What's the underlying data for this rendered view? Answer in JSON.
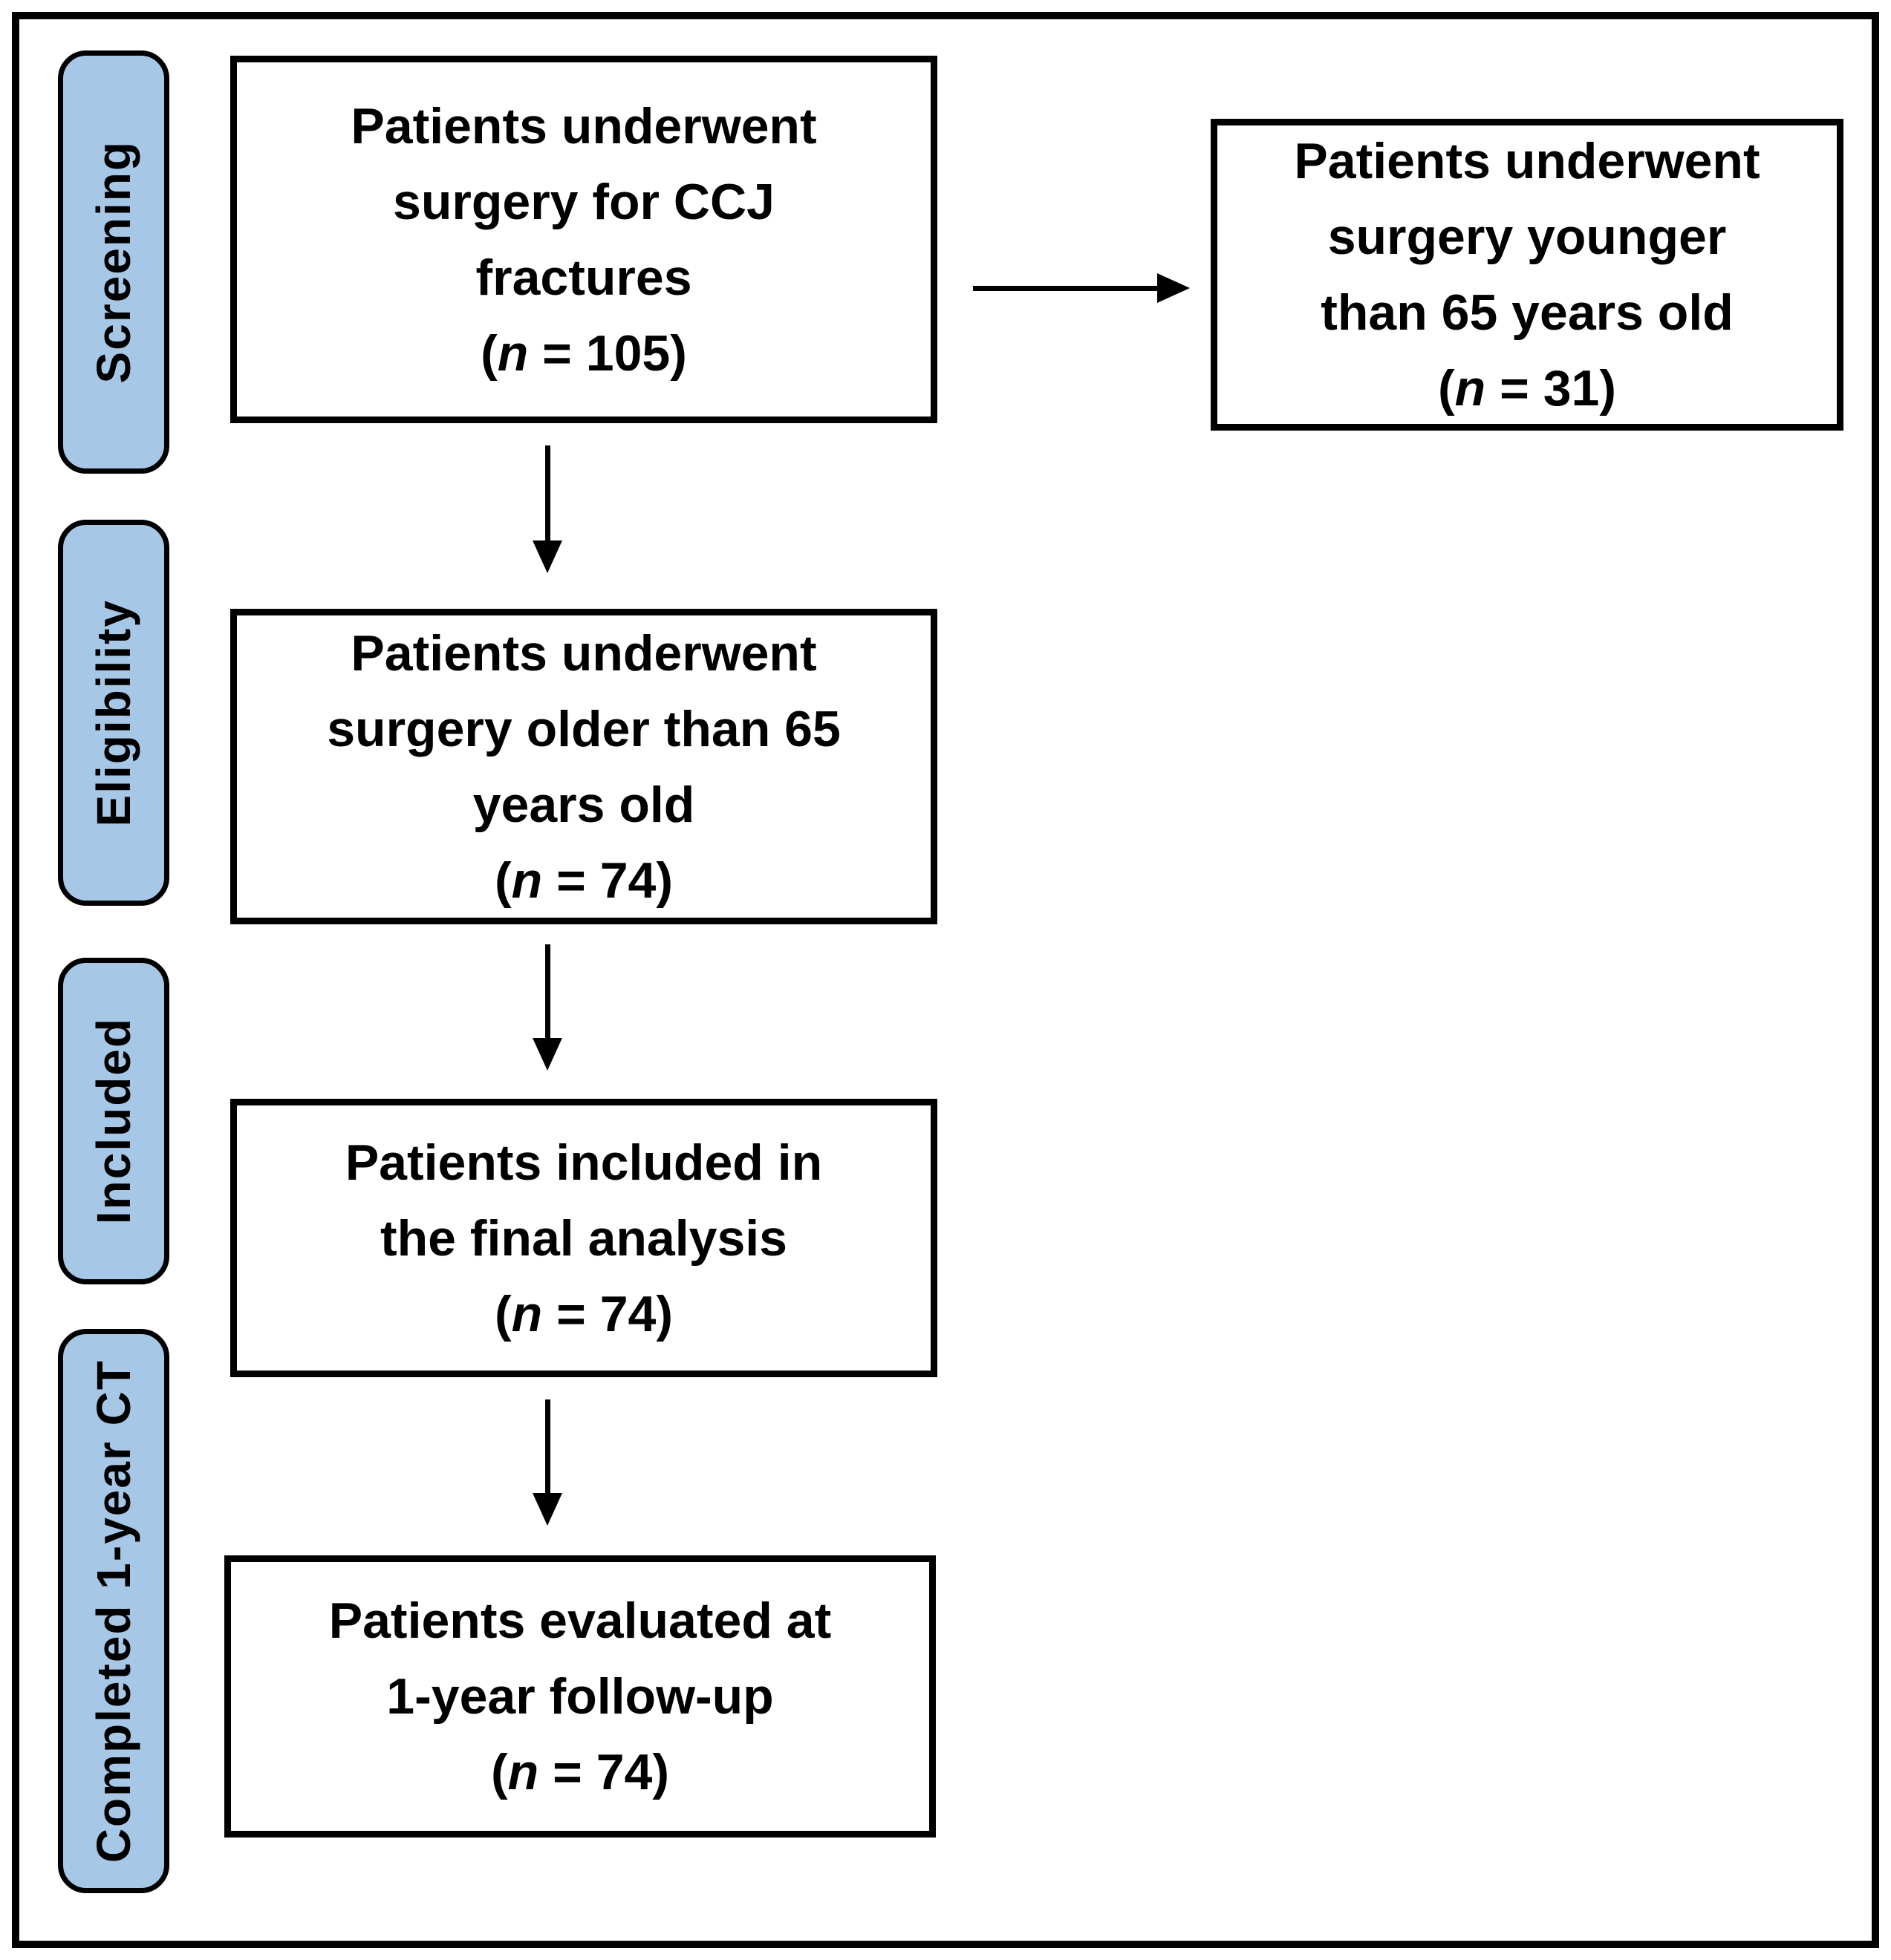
{
  "figure": {
    "type": "patient-flow-diagram",
    "stages": [
      {
        "label": "Screening"
      },
      {
        "label": "Eligibility"
      },
      {
        "label": "Included"
      },
      {
        "label": "Completed 1-year CT"
      }
    ],
    "boxes": [
      {
        "name": "screening-box",
        "lines": [
          "Patients underwent",
          "surgery for CCJ",
          "fractures"
        ],
        "count": {
          "open": "(",
          "var": "n",
          "eq": " = ",
          "value": "105",
          "close": ")"
        }
      },
      {
        "name": "excluded-box",
        "lines": [
          "Patients underwent",
          "surgery younger",
          "than 65 years old"
        ],
        "count": {
          "open": "(",
          "var": "n",
          "eq": " = ",
          "value": "31",
          "close": ")"
        }
      },
      {
        "name": "eligibility-box",
        "lines": [
          "Patients underwent",
          "surgery older than 65",
          "years old"
        ],
        "count": {
          "open": "(",
          "var": "n",
          "eq": " = ",
          "value": "74",
          "close": ")"
        }
      },
      {
        "name": "included-box",
        "lines": [
          "Patients included in",
          "the final analysis"
        ],
        "count": {
          "open": "(",
          "var": "n",
          "eq": " = ",
          "value": "74",
          "close": ")"
        }
      },
      {
        "name": "followup-box",
        "lines": [
          "Patients evaluated at",
          "1-year follow-up"
        ],
        "count": {
          "open": "(",
          "var": "n",
          "eq": " = ",
          "value": "74",
          "close": ")"
        }
      }
    ],
    "colors": {
      "stage_fill": "#A7C7E7",
      "stage_border": "#000000",
      "box_fill": "#FFFFFF",
      "box_border": "#000000",
      "text": "#000000",
      "frame": "#000000"
    }
  }
}
